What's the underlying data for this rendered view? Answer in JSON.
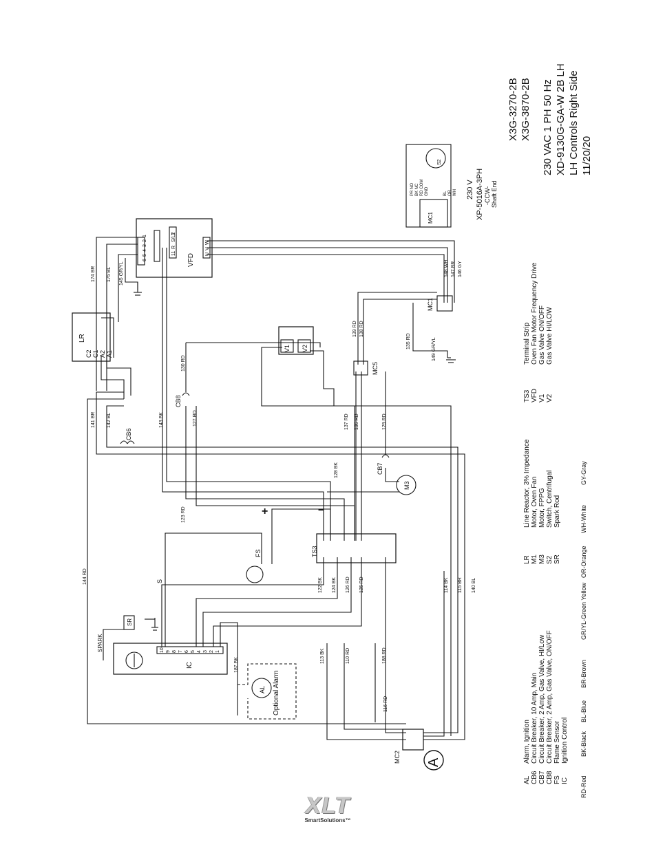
{
  "colors": {
    "accent_red": "#c4161c",
    "header_gray": "#4d4d4f",
    "wire": "#111111"
  },
  "logo": {
    "brand": "XLT",
    "tagline": "SmartSolutions™"
  },
  "title_block": {
    "models": [
      "X3G-3270-2B",
      "X3G-3870-2B"
    ],
    "specs": [
      "230 VAC 1 PH 50 Hz",
      "XD-9130G-GA-W 2B LH",
      "LH Controls Right Side",
      "11/20/20"
    ]
  },
  "motor": {
    "voltage": "230 V",
    "model": "XP-5016A-3PH",
    "rotation": "-CCW-",
    "end": "Shaft End",
    "wires": [
      "PR NO",
      "BK NC",
      "RD COM",
      "GND",
      "BL",
      "OR",
      "WH"
    ],
    "switch": "S2",
    "connector": "MC1"
  },
  "components": {
    "vfd": "VFD",
    "lr": "LR",
    "ic": "IC",
    "ts3": "TS3",
    "mc1": "MC1",
    "mc2": "MC2",
    "mc5": "MC5",
    "cb6": "CB6",
    "cb7": "CB7",
    "cb8": "CB8",
    "m3": "M3",
    "fs": "FS",
    "al": "AL",
    "sr": "SR",
    "spark": "SPARK",
    "v1": "V1",
    "v2": "V2",
    "alarm": "Optional Alarm",
    "a_circle": "A",
    "s_label": "S",
    "plus": "+",
    "minus": "−",
    "lr_terms": [
      "C2",
      "C1",
      "A2",
      "A1"
    ],
    "vfd_left_terms": [
      "6",
      "5",
      "4",
      "3",
      "2",
      "1"
    ],
    "vfd_mid_terms": [
      "11",
      "R",
      "S/L2",
      "T"
    ],
    "vfd_right_terms": [
      "U",
      "V",
      "W"
    ],
    "ic_terms": [
      "10",
      "9",
      "8",
      "7",
      "6",
      "5",
      "4",
      "3",
      "2",
      "1"
    ]
  },
  "wire_labels": {
    "w144": "144 RD",
    "w141": "141 BR",
    "w142": "142 BL",
    "w143": "143 BK",
    "w127": "127 RD",
    "w130": "130 RD",
    "w123": "123 RD",
    "w174": "174 BR",
    "w175": "175 BL",
    "w145": "145 GR/YL",
    "w128": "128 BK",
    "w137": "137 RD",
    "w136": "136 RD",
    "w129": "129 RD",
    "w139": "139 RD",
    "w138": "138 RD",
    "w135": "135 RD",
    "w149": "149 GR/YL",
    "w148": "148 WH",
    "w147": "147 BR",
    "w146": "146 GY",
    "w122": "122 BK",
    "w124": "124 BK",
    "w126": "126 RD",
    "w125": "125 RD",
    "w114": "114 BK",
    "w115": "115 BR",
    "w140": "140 BL",
    "w113": "113 BK",
    "w110": "110 RD",
    "w188": "188 RD",
    "w187": "187 BK",
    "w116": "116 RD"
  },
  "legend": {
    "col1": [
      {
        "code": "AL",
        "desc": "Alarm, Ignition"
      },
      {
        "code": "CB6",
        "desc": "Circuit Breaker, 10 Amp, Main"
      },
      {
        "code": "CB7",
        "desc": "Circuit Breaker, 2 Amp, Gas Valve, HI/Low"
      },
      {
        "code": "CB8",
        "desc": "Circuit Breaker, 2 Amp, Gas Valve, ON/OFF"
      },
      {
        "code": "FS",
        "desc": "Flame Sensor"
      },
      {
        "code": "IC",
        "desc": "Ignition Control"
      }
    ],
    "col2": [
      {
        "code": "LR",
        "desc": "Line Reactor, 3% Impedance"
      },
      {
        "code": "M1",
        "desc": "Motor, Oven Fan"
      },
      {
        "code": "M3",
        "desc": "Motor, FPPG"
      },
      {
        "code": "S2",
        "desc": "Switch, Centrifugal"
      },
      {
        "code": "SR",
        "desc": "Spark Rod"
      }
    ],
    "col3": [
      {
        "code": "TS3",
        "desc": "Terminal Strip"
      },
      {
        "code": "VFD",
        "desc": "Oven Fan Motor Frequency Drive"
      },
      {
        "code": "V1",
        "desc": "Gas Valve ON/OFF"
      },
      {
        "code": "V2",
        "desc": "Gas Valve HI/LOW"
      }
    ],
    "colors_row": [
      "RD-Red",
      "BK-Black",
      "BL-Blue",
      "BR-Brown",
      "GR/YL-Green Yellow",
      "OR-Orange",
      "WH-White",
      "GY-Gray"
    ]
  }
}
